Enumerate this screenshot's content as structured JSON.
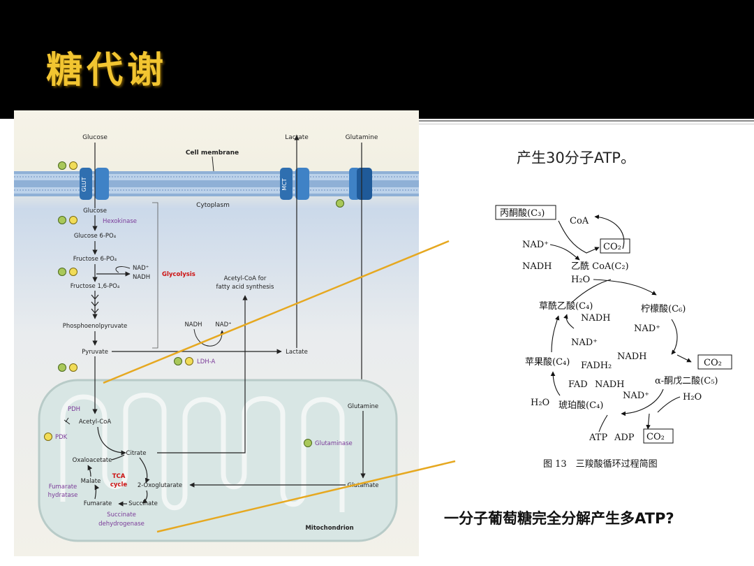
{
  "slide": {
    "title": "糖代谢",
    "atp_note": "产生30分子ATP。",
    "question": "一分子葡萄糖完全分解产生多ATP?"
  },
  "pathway_figure": {
    "top_labels": {
      "glucose": "Glucose",
      "lactate": "Lactate",
      "glutamine": "Glutamine"
    },
    "membrane": "Cell membrane",
    "transporters": {
      "glut": "GLUT",
      "mct": "MCT"
    },
    "cytoplasm": "Cytoplasm",
    "glycolysis": {
      "glucose": "Glucose",
      "hexokinase": "Hexokinase",
      "g6p": "Glucose 6-PO₄",
      "f6p": "Fructose 6-PO₄",
      "nad_plus": "NAD⁺",
      "nadh": "NADH",
      "glycolysis_label": "Glycolysis",
      "f16bp": "Fructose 1,6-PO₄",
      "pep": "Phosphoenolpyruvate",
      "pyruvate": "Pyruvate",
      "acetyl_coa_fatty": "Acetyl-CoA for",
      "acetyl_coa_fatty2": "fatty acid synthesis",
      "nadh_ldh": "NADH",
      "nad_plus_ldh": "NAD⁺",
      "lactate": "Lactate",
      "ldha": "LDH-A"
    },
    "mitochondrion": {
      "pdh": "PDH",
      "pdk": "PDK",
      "acetyl_coa": "Acetyl-CoA",
      "citrate": "Citrate",
      "oxaloacetate": "Oxaloacetate",
      "malate": "Malate",
      "tca1": "TCA",
      "tca2": "cycle",
      "oxoglutarate": "2-Oxoglutarate",
      "fumarate_hydratase1": "Fumarate",
      "fumarate_hydratase2": "hydratase",
      "fumarate": "Fumarate",
      "succinate": "Succinate",
      "sdh1": "Succinate",
      "sdh2": "dehydrogenase",
      "glutamine": "Glutamine",
      "glutaminase": "Glutaminase",
      "glutamate": "Glutamate",
      "label": "Mitochondrion"
    }
  },
  "tca_figure": {
    "pyruvate": "丙酮酸(C₃)",
    "coa": "CoA",
    "nad_plus_1": "NAD⁺",
    "co2_1": "CO₂",
    "nadh_1": "NADH",
    "acetyl_coa": "乙酰 CoA(C₂)",
    "h2o_1": "H₂O",
    "oxaloacetate": "草酰乙酸(C₄)",
    "citrate": "柠檬酸(C₆)",
    "nadh_2": "NADH",
    "nad_plus_2": "NAD⁺",
    "nad_plus_3": "NAD⁺",
    "nadh_3": "NADH",
    "malate": "苹果酸(C₄)",
    "fadh2": "FADH₂",
    "co2_2": "CO₂",
    "fad": "FAD",
    "nadh_4": "NADH",
    "ketoglutarate": "α-酮戊二酸(C₅)",
    "h2o_2": "H₂O",
    "nad_plus_4": "NAD⁺",
    "h2o_3": "H₂O",
    "succinate": "琥珀酸(C₄)",
    "atp": "ATP",
    "adp": "ADP",
    "co2_3": "CO₂",
    "caption": "图 13　三羧酸循环过程简图"
  },
  "colors": {
    "header_bg": "#000000",
    "title": "#f2c531",
    "highlight_line": "#e6a820",
    "enzyme_purple": "#7a3a98",
    "label_red": "#cc1111",
    "mito_fill": "#d8e6e4"
  }
}
